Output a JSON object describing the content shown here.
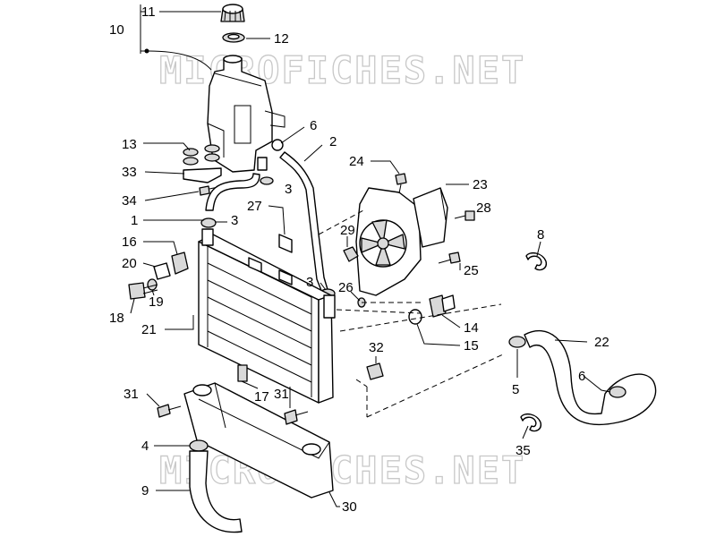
{
  "watermarks": [
    "MICROFICHES.NET",
    "MICROFICHES.NET"
  ],
  "callouts": [
    {
      "id": "c11",
      "text": "11"
    },
    {
      "id": "c10",
      "text": "10"
    },
    {
      "id": "c12",
      "text": "12"
    },
    {
      "id": "c6a",
      "text": "6"
    },
    {
      "id": "c2",
      "text": "2"
    },
    {
      "id": "c13",
      "text": "13"
    },
    {
      "id": "c24",
      "text": "24"
    },
    {
      "id": "c33",
      "text": "33"
    },
    {
      "id": "c3a",
      "text": "3"
    },
    {
      "id": "c23",
      "text": "23"
    },
    {
      "id": "c34",
      "text": "34"
    },
    {
      "id": "c28",
      "text": "28"
    },
    {
      "id": "c1",
      "text": "1"
    },
    {
      "id": "c3b",
      "text": "3"
    },
    {
      "id": "c27",
      "text": "27"
    },
    {
      "id": "c29",
      "text": "29"
    },
    {
      "id": "c8",
      "text": "8"
    },
    {
      "id": "c16",
      "text": "16"
    },
    {
      "id": "c20",
      "text": "20"
    },
    {
      "id": "c25",
      "text": "25"
    },
    {
      "id": "c19",
      "text": "19"
    },
    {
      "id": "c3c",
      "text": "3"
    },
    {
      "id": "c26",
      "text": "26"
    },
    {
      "id": "c18",
      "text": "18"
    },
    {
      "id": "c14",
      "text": "14"
    },
    {
      "id": "c21",
      "text": "21"
    },
    {
      "id": "c22",
      "text": "22"
    },
    {
      "id": "c15",
      "text": "15"
    },
    {
      "id": "c32",
      "text": "32"
    },
    {
      "id": "c6b",
      "text": "6"
    },
    {
      "id": "c5",
      "text": "5"
    },
    {
      "id": "c31a",
      "text": "31"
    },
    {
      "id": "c17",
      "text": "17"
    },
    {
      "id": "c31b",
      "text": "31"
    },
    {
      "id": "c4",
      "text": "4"
    },
    {
      "id": "c35",
      "text": "35"
    },
    {
      "id": "c9",
      "text": "9"
    },
    {
      "id": "c30",
      "text": "30"
    }
  ]
}
